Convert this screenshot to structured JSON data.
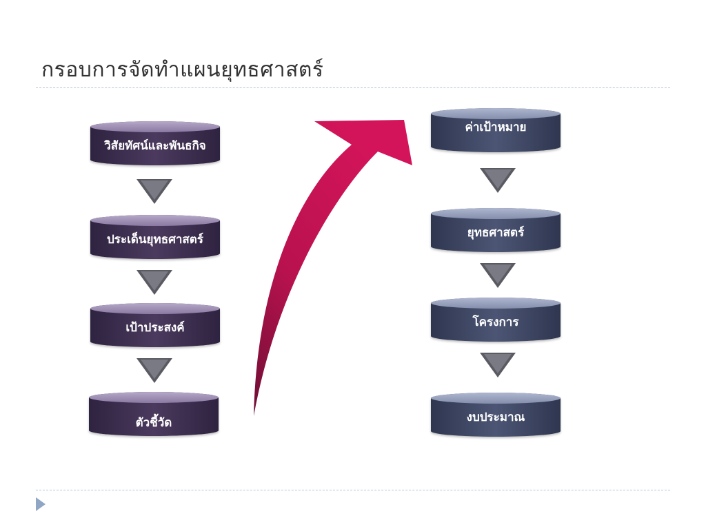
{
  "slide": {
    "title": "กรอบการจัดทำแผนยุทธศาสตร์"
  },
  "left_column": {
    "items": [
      {
        "label": "วิสัยทัศน์และพันธกิจ"
      },
      {
        "label": "ประเด็นยุทธศาสตร์"
      },
      {
        "label": "เป้าประสงค์"
      },
      {
        "label": "ตัวชี้วัด"
      }
    ]
  },
  "right_column": {
    "items": [
      {
        "label": "ค่าเป้าหมาย"
      },
      {
        "label": "ยุทธศาสตร์"
      },
      {
        "label": "โครงการ"
      },
      {
        "label": "งบประมาณ"
      }
    ]
  },
  "colors": {
    "left_cylinder": "#3e3052",
    "right_cylinder": "#3f4864",
    "arrow": "#d4145a",
    "triangle": "#6a6a72",
    "divider": "#b4c4d6",
    "footer_mark": "#8fa6c4"
  },
  "icons": {
    "flow_arrow": "curved-arrow-icon",
    "step_arrow": "triangle-down-icon",
    "footer": "play-triangle-icon"
  }
}
